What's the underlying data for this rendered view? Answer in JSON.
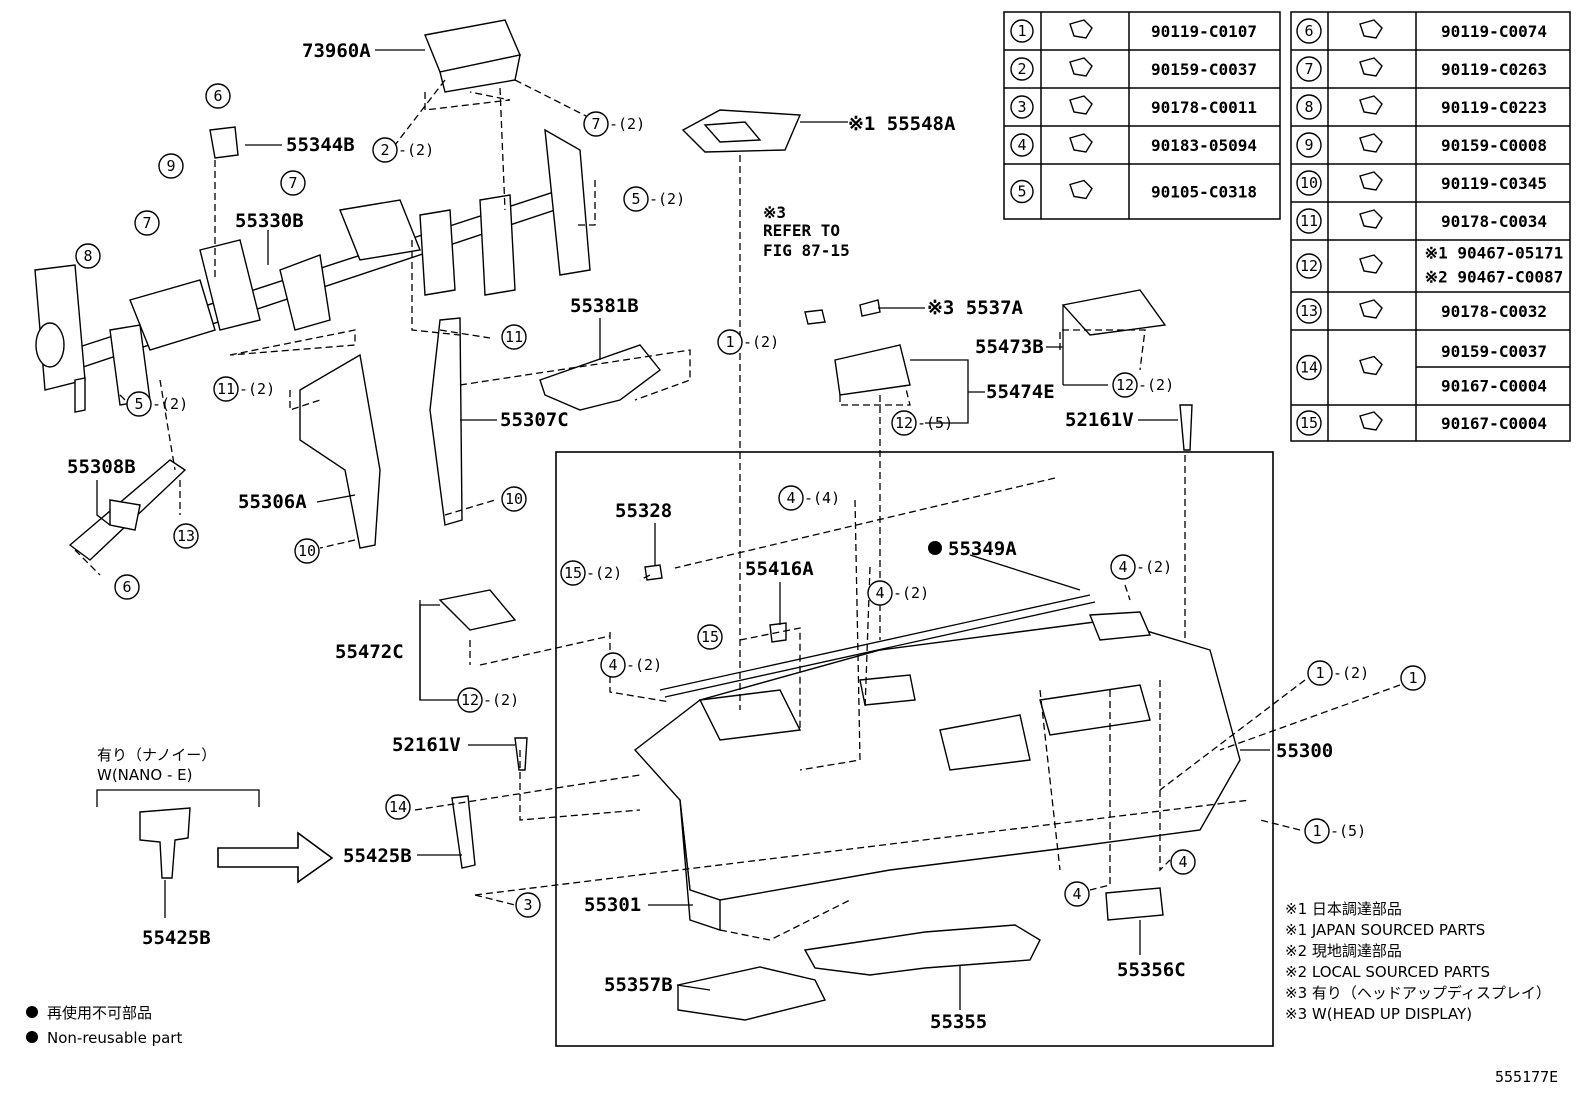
{
  "labels": {
    "p73960A": "73960A",
    "p55548A": "※1 55548A",
    "p55344B": "55344B",
    "p55330B": "55330B",
    "p55381B": "55381B",
    "p5537A": "※3 5537A",
    "p55473B": "55473B",
    "p55474E": "55474E",
    "p52161V_r": "52161V",
    "p55307C": "55307C",
    "p55308B": "55308B",
    "p55306A": "55306A",
    "p55328": "55328",
    "p55349A": "55349A",
    "p55416A": "55416A",
    "p55472C": "55472C",
    "p52161V_l": "52161V",
    "p55300": "55300",
    "p55425B_mid": "55425B",
    "p55425B_bot": "55425B",
    "p55301": "55301",
    "p55357B": "55357B",
    "p55355": "55355",
    "p55356C": "55356C"
  },
  "refer": {
    "line1": "※3",
    "line2": "REFER TO",
    "line3": "FIG 87-15"
  },
  "nano": {
    "line1": "有り（ナノイー）",
    "line2": "W(NANO - E)"
  },
  "legend_left": {
    "jp": "再使用不可部品",
    "en": "Non-reusable part"
  },
  "notes": [
    "※1 日本調達部品",
    "※1 JAPAN SOURCED PARTS",
    "※2 現地調達部品",
    "※2 LOCAL SOURCED PARTS",
    "※3 有り（ヘッドアップディスプレイ）",
    "※3 W(HEAD UP DISPLAY)"
  ],
  "figure_id": "555177E",
  "table_left": [
    {
      "no": "1",
      "part": "90119-C0107"
    },
    {
      "no": "2",
      "part": "90159-C0037"
    },
    {
      "no": "3",
      "part": "90178-C0011"
    },
    {
      "no": "4",
      "part": "90183-05094"
    },
    {
      "no": "5",
      "part": "90105-C0318"
    }
  ],
  "table_right": [
    {
      "no": "6",
      "part": "90119-C0074"
    },
    {
      "no": "7",
      "part": "90119-C0263"
    },
    {
      "no": "8",
      "part": "90119-C0223"
    },
    {
      "no": "9",
      "part": "90159-C0008"
    },
    {
      "no": "10",
      "part": "90119-C0345"
    },
    {
      "no": "11",
      "part": "90178-C0034"
    },
    {
      "no": "12",
      "part": "※1 90467-05171",
      "part2": "※2 90467-C0087"
    },
    {
      "no": "13",
      "part": "90178-C0032"
    },
    {
      "no": "14",
      "part": "90159-C0037",
      "part2": "90167-C0004"
    },
    {
      "no": "15",
      "part": "90167-C0004"
    }
  ],
  "callouts": [
    {
      "n": "6"
    },
    {
      "n": "9"
    },
    {
      "n": "2",
      "q": "-(2)"
    },
    {
      "n": "7",
      "q": "-(2)"
    },
    {
      "n": "5",
      "q": "-(2)"
    },
    {
      "n": "7"
    },
    {
      "n": "7"
    },
    {
      "n": "8"
    },
    {
      "n": "11"
    },
    {
      "n": "1",
      "q": "-(2)"
    },
    {
      "n": "11",
      "q": "-(2)"
    },
    {
      "n": "5",
      "q": "-(2)"
    },
    {
      "n": "12",
      "q": "-(2)"
    },
    {
      "n": "12",
      "q": "-(5)"
    },
    {
      "n": "10"
    },
    {
      "n": "13"
    },
    {
      "n": "10"
    },
    {
      "n": "6"
    },
    {
      "n": "4",
      "q": "-(4)"
    },
    {
      "n": "15",
      "q": "-(2)"
    },
    {
      "n": "4",
      "q": "-(2)"
    },
    {
      "n": "4",
      "q": "-(2)"
    },
    {
      "n": "15"
    },
    {
      "n": "4",
      "q": "-(2)"
    },
    {
      "n": "12",
      "q": "-(2)"
    },
    {
      "n": "1",
      "q": "-(2)"
    },
    {
      "n": "1"
    },
    {
      "n": "14"
    },
    {
      "n": "1",
      "q": "-(5)"
    },
    {
      "n": "3"
    },
    {
      "n": "4"
    },
    {
      "n": "4"
    }
  ]
}
